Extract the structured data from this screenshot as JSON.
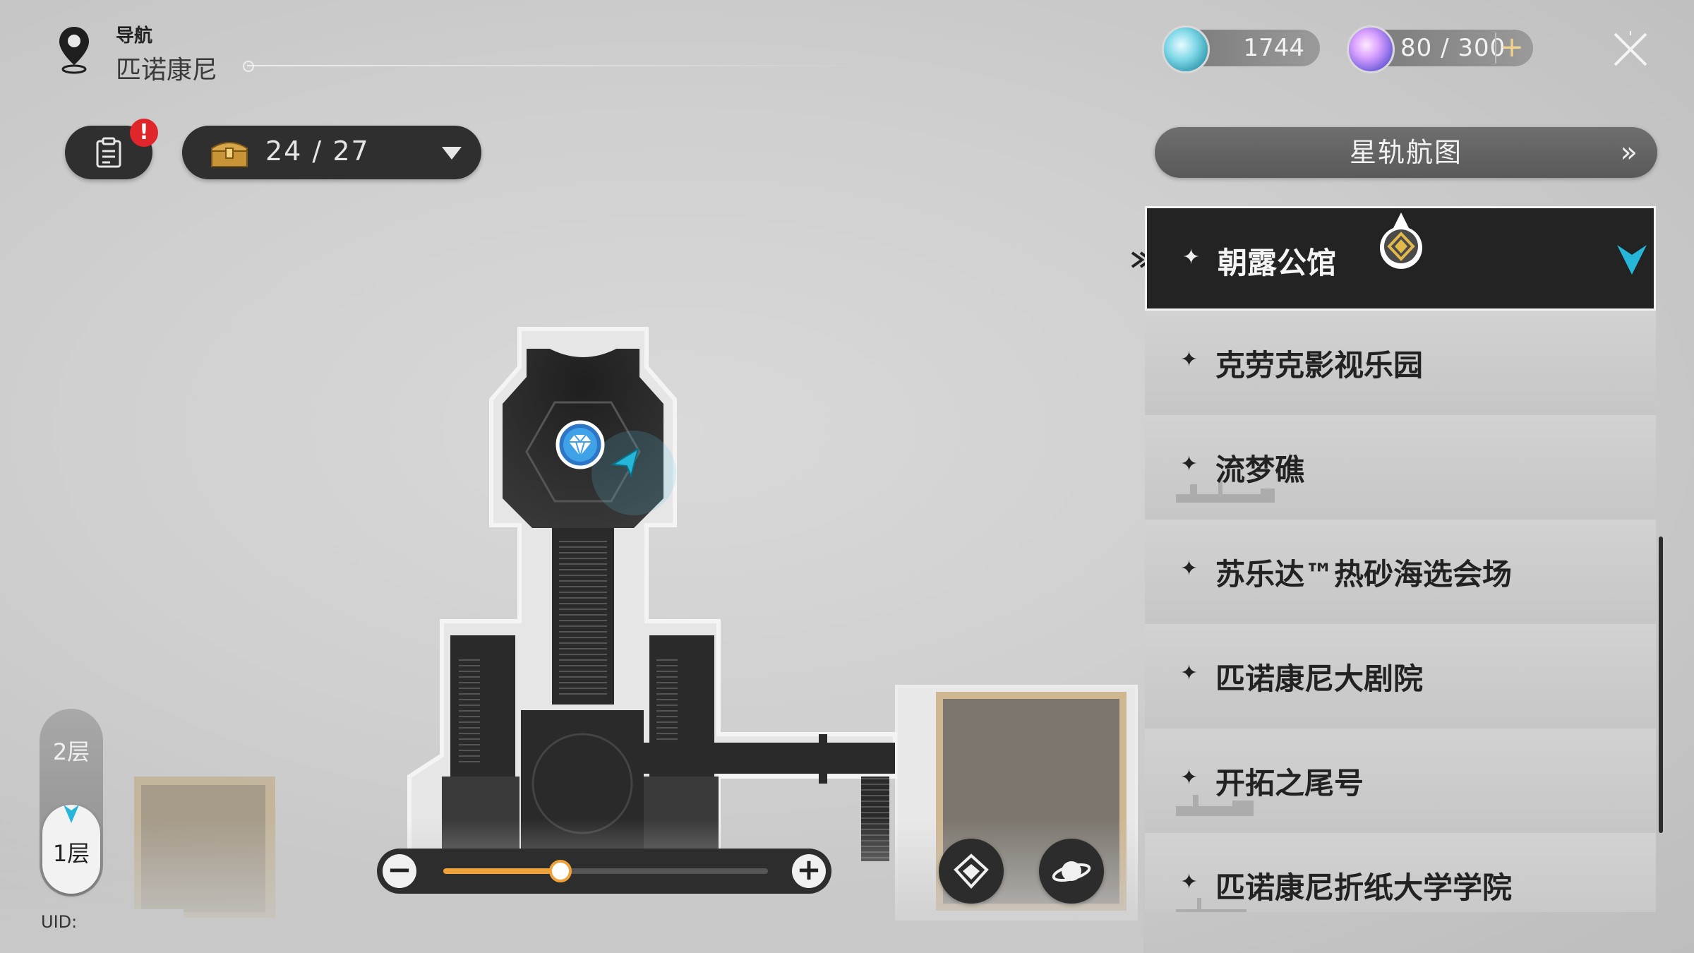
{
  "header": {
    "nav_label": "导航",
    "place_name": "匹诺康尼"
  },
  "currency": {
    "stellar_jade": "1744",
    "trailblaze_power": "80 / 300",
    "plus_label": "+"
  },
  "task": {
    "badge": "!"
  },
  "chest": {
    "counter": "24 / 27"
  },
  "star_rail_map": {
    "label": "星轨航图",
    "chevron": "»"
  },
  "locations": [
    {
      "label": "朝露公馆",
      "active": true
    },
    {
      "label": "克劳克影视乐园",
      "active": false
    },
    {
      "label": "流梦礁",
      "active": false
    },
    {
      "label": "苏乐达™热砂海选会场",
      "active": false
    },
    {
      "label": "匹诺康尼大剧院",
      "active": false
    },
    {
      "label": "开拓之尾号",
      "active": false
    },
    {
      "label": "匹诺康尼折纸大学学院",
      "active": false
    }
  ],
  "floors": {
    "upper": "2层",
    "current": "1层"
  },
  "uid_label": "UID:",
  "zoom": {
    "minus": "−",
    "plus": "+",
    "level": 0.36
  },
  "colors": {
    "accent_orange": "#f0a23a",
    "marker_cyan": "#25b6d9",
    "badge_red": "#e0262b",
    "dark_panel": "#2d2d2d"
  },
  "icons": {
    "nav": "location-pin-icon",
    "close": "close-icon",
    "task": "clipboard-icon",
    "chest": "treasure-chest-icon",
    "home": "home-icon",
    "planet": "planet-icon",
    "player": "player-arrow-icon",
    "anchor": "space-anchor-icon"
  }
}
